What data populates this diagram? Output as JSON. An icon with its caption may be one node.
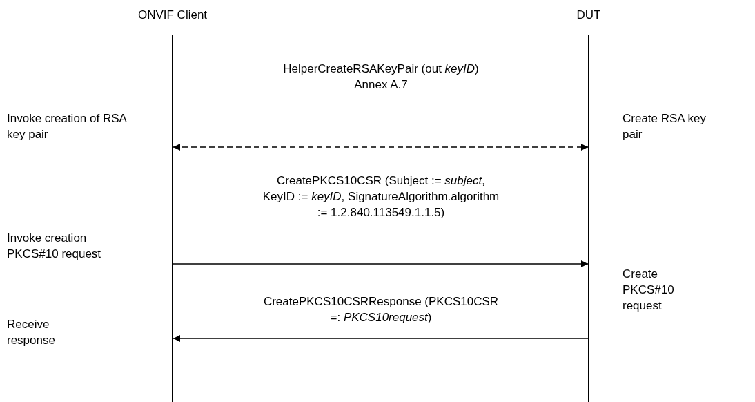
{
  "diagram": {
    "nodes": [
      {
        "text": [
          "ONVIF Client"
        ]
      },
      {
        "text": [
          "DUT"
        ]
      }
    ],
    "edges": [
      {
        "from": 0,
        "to": 1,
        "arrow": "both",
        "style": "dashed",
        "label": "HelperCreateRSAKeyPair (out *keyID*) Annex A.7"
      },
      {
        "from": 0,
        "to": 1,
        "arrow": "to",
        "label": "CreatePKCS10CSR (Subject := *subject*, KeyID := *keyID*, SignatureAlgorithm.algorithm := 1.2.840.113549.1.1.5)"
      },
      {
        "from": 1,
        "to": 0,
        "arrow": "to",
        "label": "CreatePKCS10CSRResponse (PKCS10CSR =: *PKCS10request*)"
      }
    ],
    "labels": [
      "Invoke creation of RSA key pair",
      "Create RSA key pair",
      "Invoke creation PKCS#10 request",
      "Create PKCS#10 request",
      "Receive response"
    ]
  }
}
